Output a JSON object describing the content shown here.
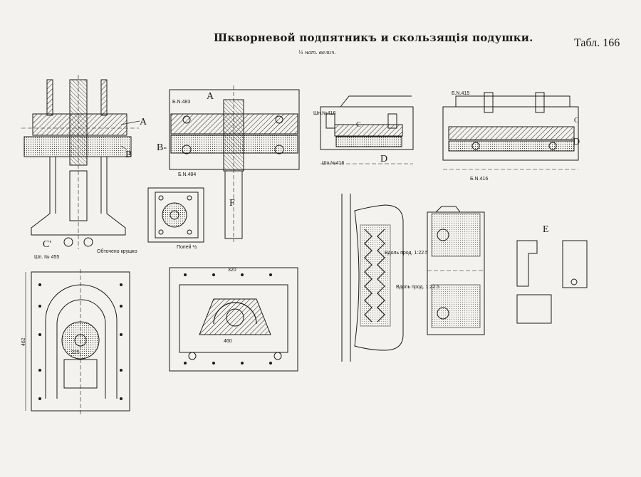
{
  "plate": {
    "title": "Шкворневой подпятникъ и скользящія подушки.",
    "table_number": "Табл. 166",
    "scale_note": "¼ нат. велич."
  },
  "labels": {
    "A_left": "A",
    "B_left": "B",
    "C_prime": "C'",
    "A_center": "A",
    "B_center": "B-",
    "F": "F",
    "C_right1": "C",
    "D_right1": "D",
    "C_right2": "C",
    "D_right2": "D",
    "E": "E"
  },
  "annotations": {
    "shp_left": "Шп. № 455",
    "obj_note": "Обточено крушко",
    "bn483": "Б.N.483",
    "bn484": "Б.N.484",
    "pikdrv": "Попей ½",
    "shp_mid_top": "Шп.№416",
    "shp_mid_bot": "Шп.№416",
    "bn415": "Б.N.415",
    "bn416": "Б.N.416",
    "wave_note": "Вдоль прод. 1:22.5",
    "wave_note2": "Вдоль прод. 1:22.5",
    "dim_462": "462",
    "dim_225": "225",
    "dim_320": "320",
    "dim_460": "460"
  }
}
